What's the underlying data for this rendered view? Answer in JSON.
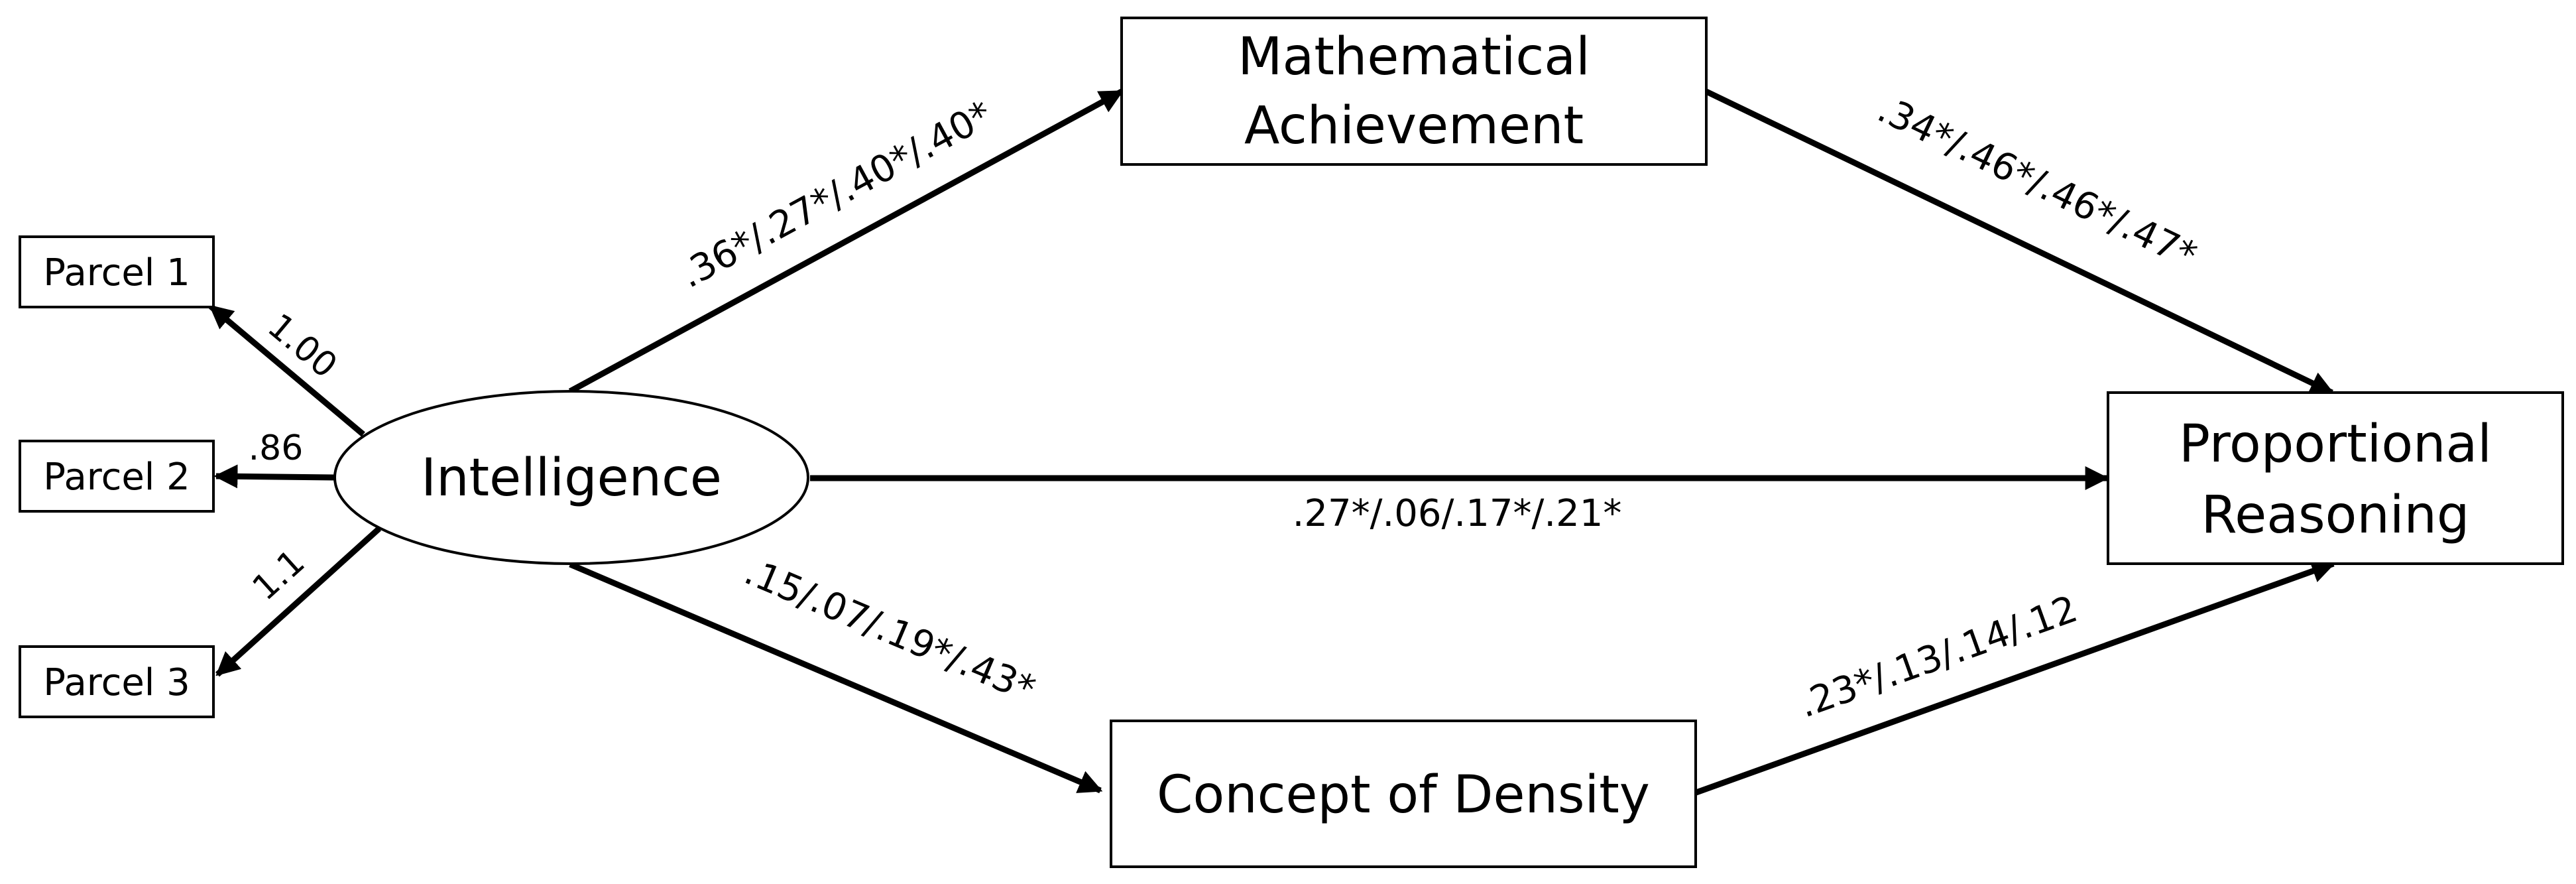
{
  "nodes": {
    "parcel1": "Parcel 1",
    "parcel2": "Parcel 2",
    "parcel3": "Parcel 3",
    "intelligence": "Intelligence",
    "math_line1": "Mathematical",
    "math_line2": "Achievement",
    "density": "Concept of Density",
    "prop_line1": "Proportional",
    "prop_line2": "Reasoning"
  },
  "loadings": {
    "parcel1": "1.00",
    "parcel2": ".86",
    "parcel3": "1.1"
  },
  "paths": {
    "intelligence_to_math": ".36*/.27*/.40*/.40*",
    "math_to_prop": ".34*/.46*/.46*/.47*",
    "intelligence_to_prop": ".27*/.06/.17*/.21*",
    "intelligence_to_density": ".15/.07/.19*/.43*",
    "density_to_prop": ".23*/.13/.14/.12"
  }
}
